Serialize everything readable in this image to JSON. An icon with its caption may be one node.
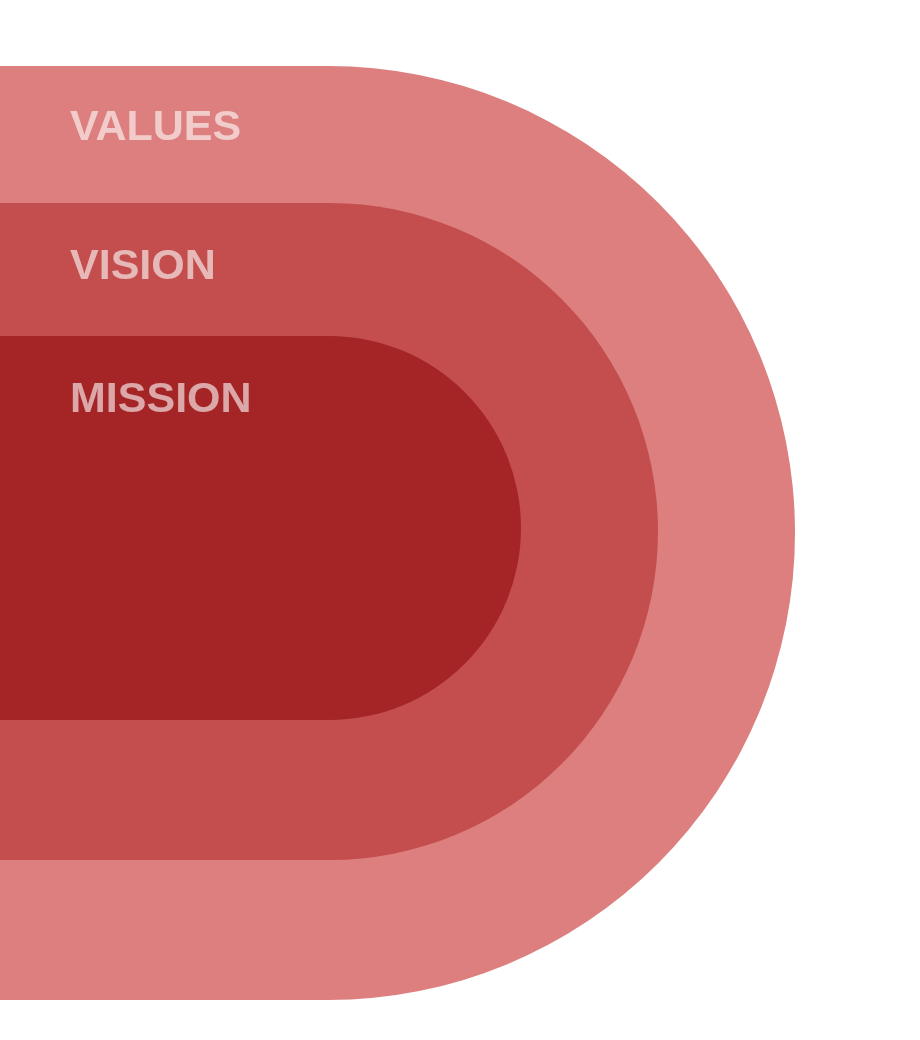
{
  "diagram": {
    "nodes": [
      {
        "text": [
          "VALUES"
        ]
      },
      {
        "text": [
          "VISION"
        ],
        "in": 0
      },
      {
        "text": [
          "MISSION"
        ],
        "in": 1
      }
    ]
  }
}
